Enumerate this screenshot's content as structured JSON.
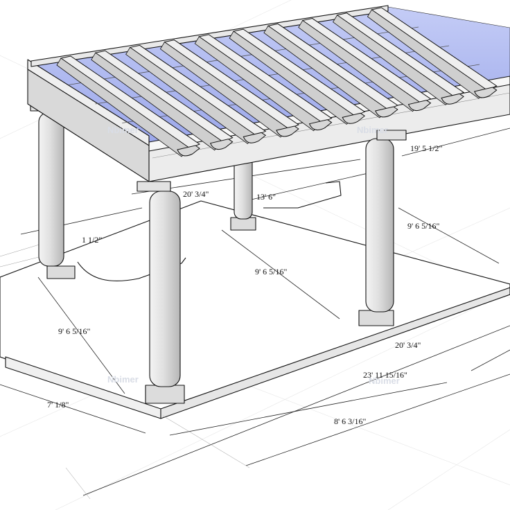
{
  "dimensions": {
    "top_right_length": "19' 5 1/2\"",
    "inner_width": "20' 3/4\"",
    "inner_depth": "13' 6\"",
    "right_column_height": "9' 6 5/16\"",
    "center_column_height": "9' 6 5/16\"",
    "left_column_height": "9' 6 5/16\"",
    "left_partial": "1 1/2\"",
    "front_width": "20' 3/4\"",
    "overall_length": "23' 11 15/16\"",
    "front_overhang": "7' 1/8\"",
    "front_depth": "8' 6 3/16\""
  },
  "watermark": "Nbimer",
  "colors": {
    "glass": "#a9b4ee",
    "beam": "#ededed",
    "beam_shadow": "#c9c9c9",
    "column": "#e4e4e4",
    "column_shade": "#bdbdbd",
    "slab": "#ffffff",
    "line": "#111111"
  }
}
